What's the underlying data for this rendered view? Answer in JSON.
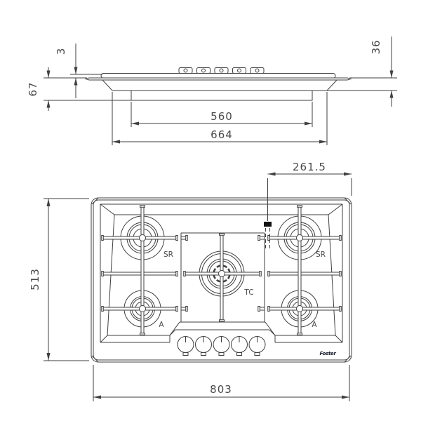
{
  "side_view": {
    "dims": {
      "glass_height": "3",
      "total_depth": "67",
      "bowl_depth": "36",
      "inner_width": "560",
      "outer_width": "664"
    }
  },
  "plan_view": {
    "dims": {
      "gas_inlet_offset": "261.5",
      "depth": "513",
      "width": "803"
    },
    "burners": [
      {
        "position": "top-left",
        "label": "SR"
      },
      {
        "position": "top-right",
        "label": "SR"
      },
      {
        "position": "center",
        "label": "TC"
      },
      {
        "position": "bottom-left",
        "label": "A"
      },
      {
        "position": "bottom-right",
        "label": "A"
      }
    ],
    "knob_count": 5,
    "logo": "Foster"
  },
  "colors": {
    "line": "#3f3f3f",
    "text": "#4a4a4a",
    "background": "#ffffff",
    "gas_marker": "#111111"
  }
}
